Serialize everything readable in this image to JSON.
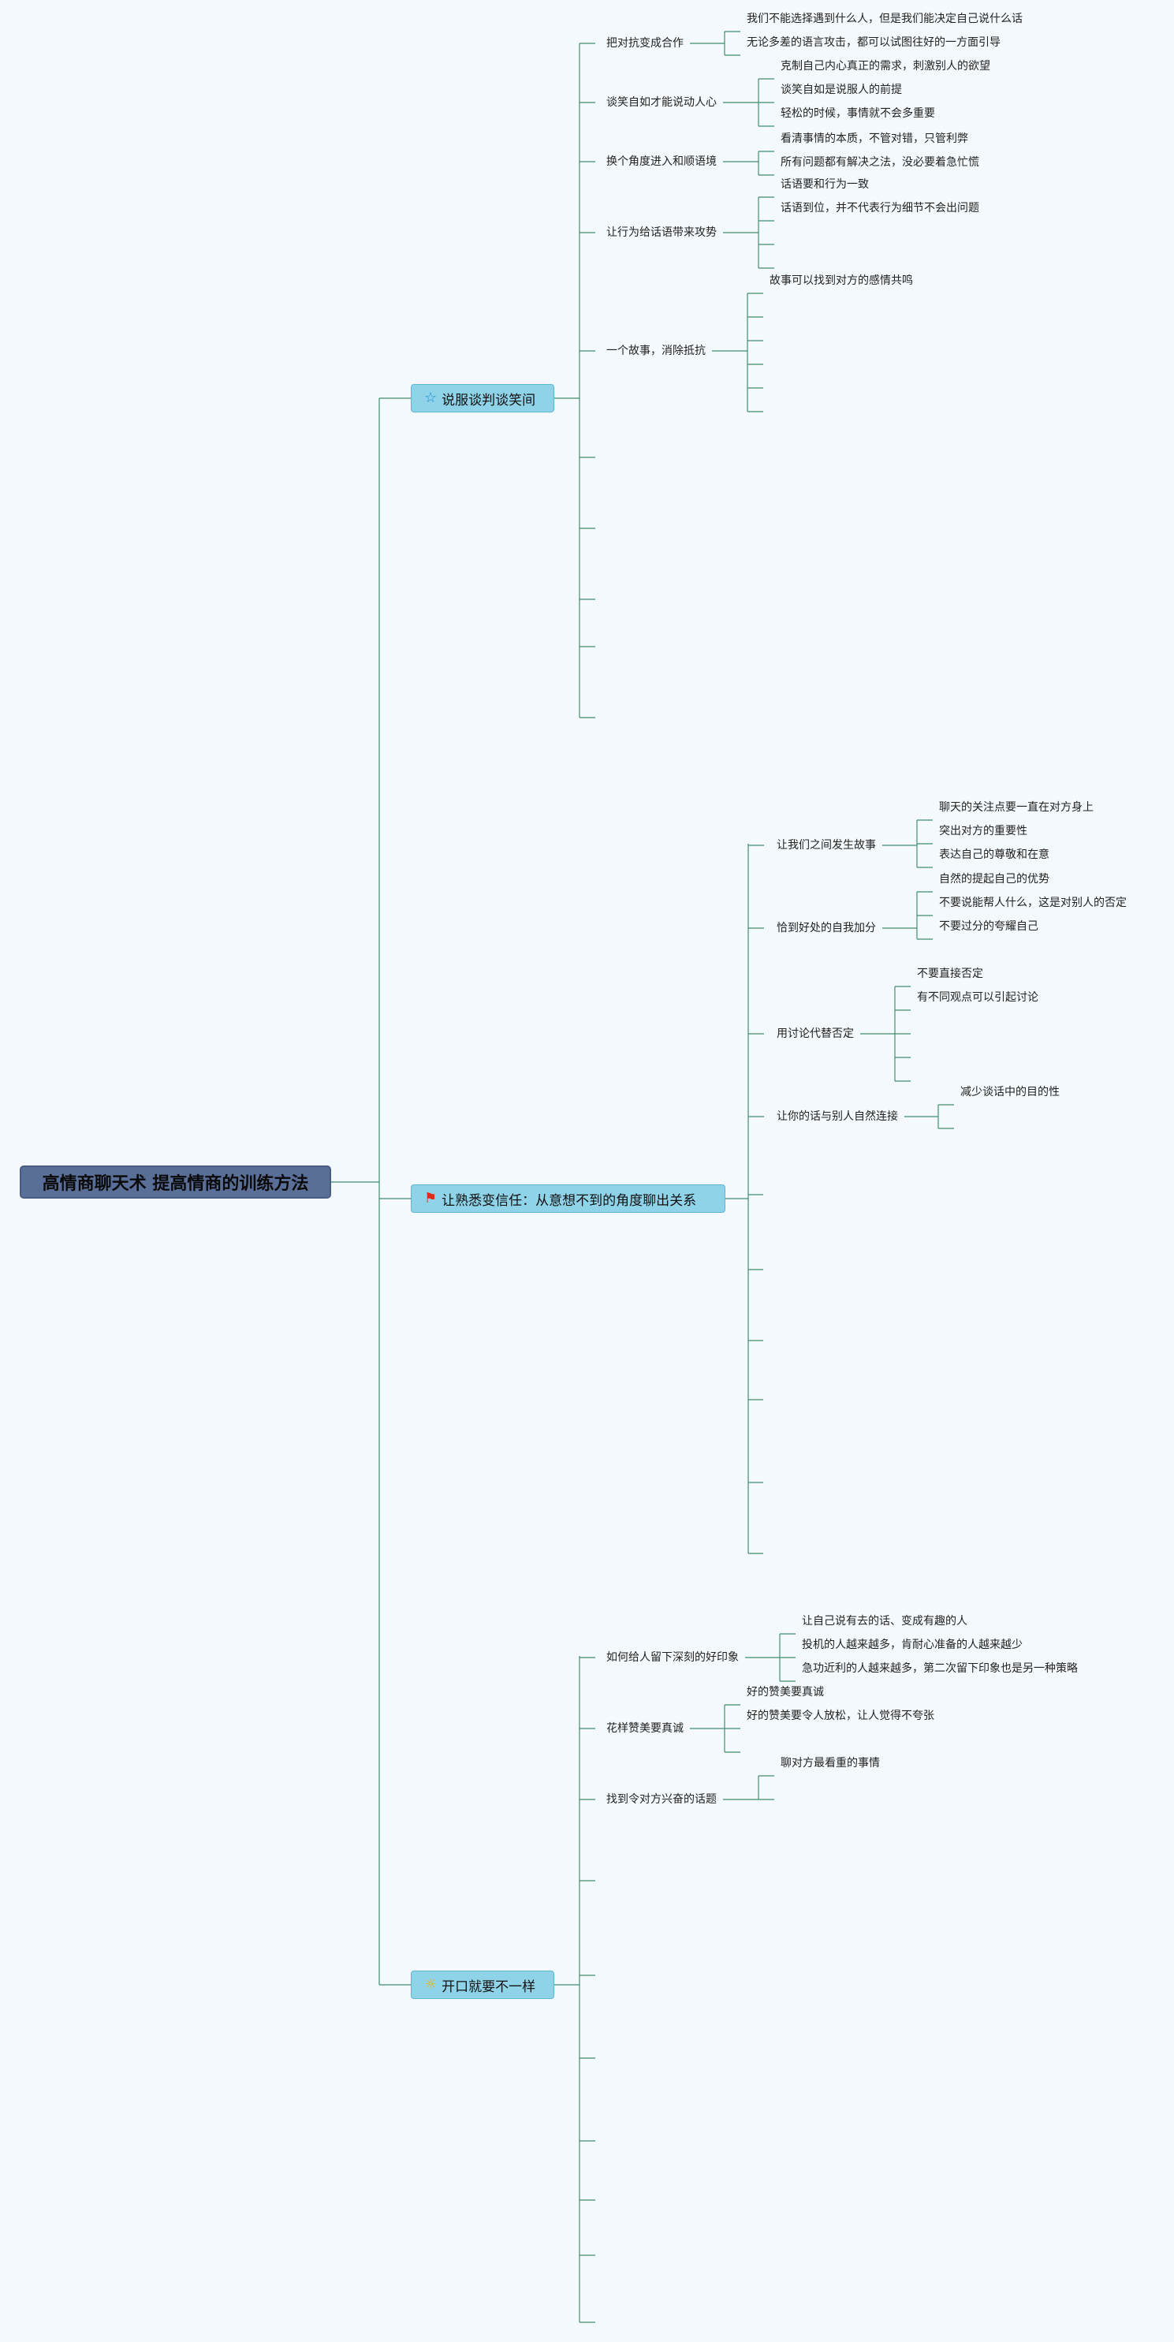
{
  "root": "高情商聊天术 提高情商的训练方法",
  "branches": [
    {
      "title": "说服谈判谈笑间",
      "icon": "star-icon",
      "children": [
        {
          "label": "把对抗变成合作",
          "items": [
            "我们不能选择遇到什么人，但是我们能决定自己说什么话",
            "无论多差的语言攻击，都可以试图往好的一方面引导"
          ]
        },
        {
          "label": "谈笑自如才能说动人心",
          "items": [
            "克制自己内心真正的需求，刺激别人的欲望",
            "谈笑自如是说服人的前提",
            "轻松的时候，事情就不会多重要"
          ]
        },
        {
          "label": "换个角度进入和顺语境",
          "items": [
            "看清事情的本质，不管对错，只管利弊",
            "所有问题都有解决之法，没必要着急忙慌"
          ]
        },
        {
          "label": "让行为给话语带来攻势",
          "items": [
            "话语要和行为一致",
            "话语到位，并不代表行为细节不会出问题"
          ]
        },
        {
          "label": "一个故事，消除抵抗",
          "items": [
            "故事可以找到对方的感情共鸣"
          ]
        }
      ]
    },
    {
      "title": "让熟悉变信任：从意想不到的角度聊出关系",
      "icon": "flag-icon",
      "children": [
        {
          "label": "让我们之间发生故事",
          "items": [
            "聊天的关注点要一直在对方身上",
            "突出对方的重要性",
            "表达自己的尊敬和在意"
          ]
        },
        {
          "label": "恰到好处的自我加分",
          "items": [
            "自然的提起自己的优势",
            "不要说能帮人什么，这是对别人的否定",
            "不要过分的夸耀自己"
          ]
        },
        {
          "label": "用讨论代替否定",
          "items": [
            "不要直接否定",
            "有不同观点可以引起讨论"
          ]
        },
        {
          "label": "让你的话与别人自然连接",
          "items": [
            "减少谈话中的目的性"
          ]
        }
      ]
    },
    {
      "title": "开口就要不一样",
      "icon": "sun-icon",
      "children": [
        {
          "label": "如何给人留下深刻的好印象",
          "items": [
            "让自己说有去的话、变成有趣的人",
            "投机的人越来越多，肯耐心准备的人越来越少",
            "急功近利的人越来越多，第二次留下印象也是另一种策略"
          ]
        },
        {
          "label": "花样赞美要真诚",
          "items": [
            "好的赞美要真诚",
            "好的赞美要令人放松，让人觉得不夸张"
          ]
        },
        {
          "label": "找到令对方兴奋的话题",
          "items": [
            "聊对方最看重的事情"
          ]
        }
      ]
    }
  ],
  "colors": {
    "line": "#3f8f6e",
    "root_fill": "#5a6f98",
    "node_fill": "#8fd3e8"
  }
}
